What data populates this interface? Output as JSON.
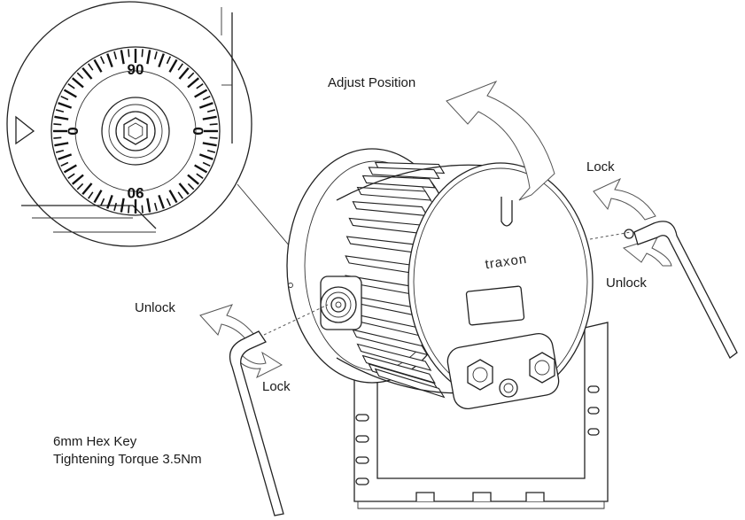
{
  "labels": {
    "adjust_position": "Adjust Position",
    "lock_right": "Lock",
    "unlock_right": "Unlock",
    "unlock_left": "Unlock",
    "lock_left": "Lock",
    "hex_key": "6mm Hex Key",
    "torque": "Tightening Torque 3.5Nm"
  },
  "brand": "traxon",
  "dial": {
    "top": "90",
    "bottom": "90",
    "left": "0",
    "right": "0"
  },
  "colors": {
    "line": "#222222",
    "arrow_fill": "#ffffff",
    "background": "#ffffff"
  }
}
